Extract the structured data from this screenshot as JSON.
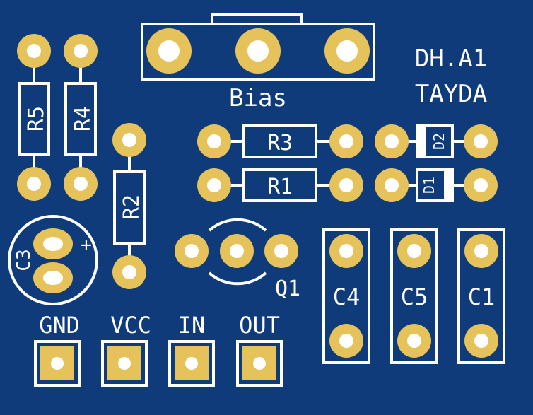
{
  "board": {
    "title_line1": "DH.A1",
    "title_line2": "TAYDA"
  },
  "labels": {
    "bias": "Bias",
    "r5": "R5",
    "r4": "R4",
    "r2": "R2",
    "r3": "R3",
    "r1": "R1",
    "d2": "D2",
    "d1": "D1",
    "c3": "C3",
    "c3_polarity": "+",
    "q1": "Q1",
    "c4": "C4",
    "c5": "C5",
    "c1": "C1",
    "gnd": "GND",
    "vcc": "VCC",
    "in": "IN",
    "out": "OUT"
  },
  "colors": {
    "board": "#0f3b7a",
    "silkscreen": "#ffffff",
    "copper": "#e6c35a"
  }
}
